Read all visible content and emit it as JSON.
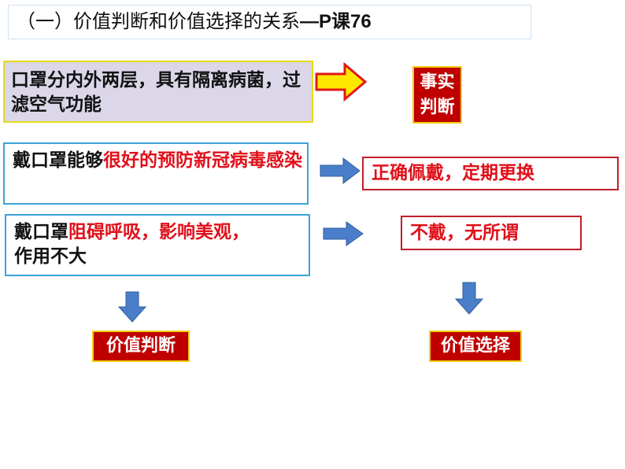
{
  "title": {
    "prefix": "（一）价值判断和价值选择的关系",
    "suffix": "—P课76"
  },
  "fact": {
    "text": "口罩分内外两层，具有隔离病菌，过滤空气功能",
    "label_line1": "事实",
    "label_line2": "判断"
  },
  "statement2": {
    "plain": "戴口罩能够",
    "highlight": "很好的预防新冠病毒感染",
    "choice": "正确佩戴，定期更换"
  },
  "statement3": {
    "plain": "戴口罩",
    "highlight": "阻碍呼吸，影响美观，",
    "tail": "作用不大",
    "choice": "不戴，无所谓"
  },
  "labels": {
    "value_judgment": "价值判断",
    "value_choice": "价值选择"
  },
  "colors": {
    "highlight_red": "#e0101a",
    "badge_red": "#c00000",
    "badge_border": "#f0d010",
    "blue_arrow": "#4a7ec8",
    "box_blue": "#3aa3d8",
    "fact_fill": "#dbd6e8"
  }
}
